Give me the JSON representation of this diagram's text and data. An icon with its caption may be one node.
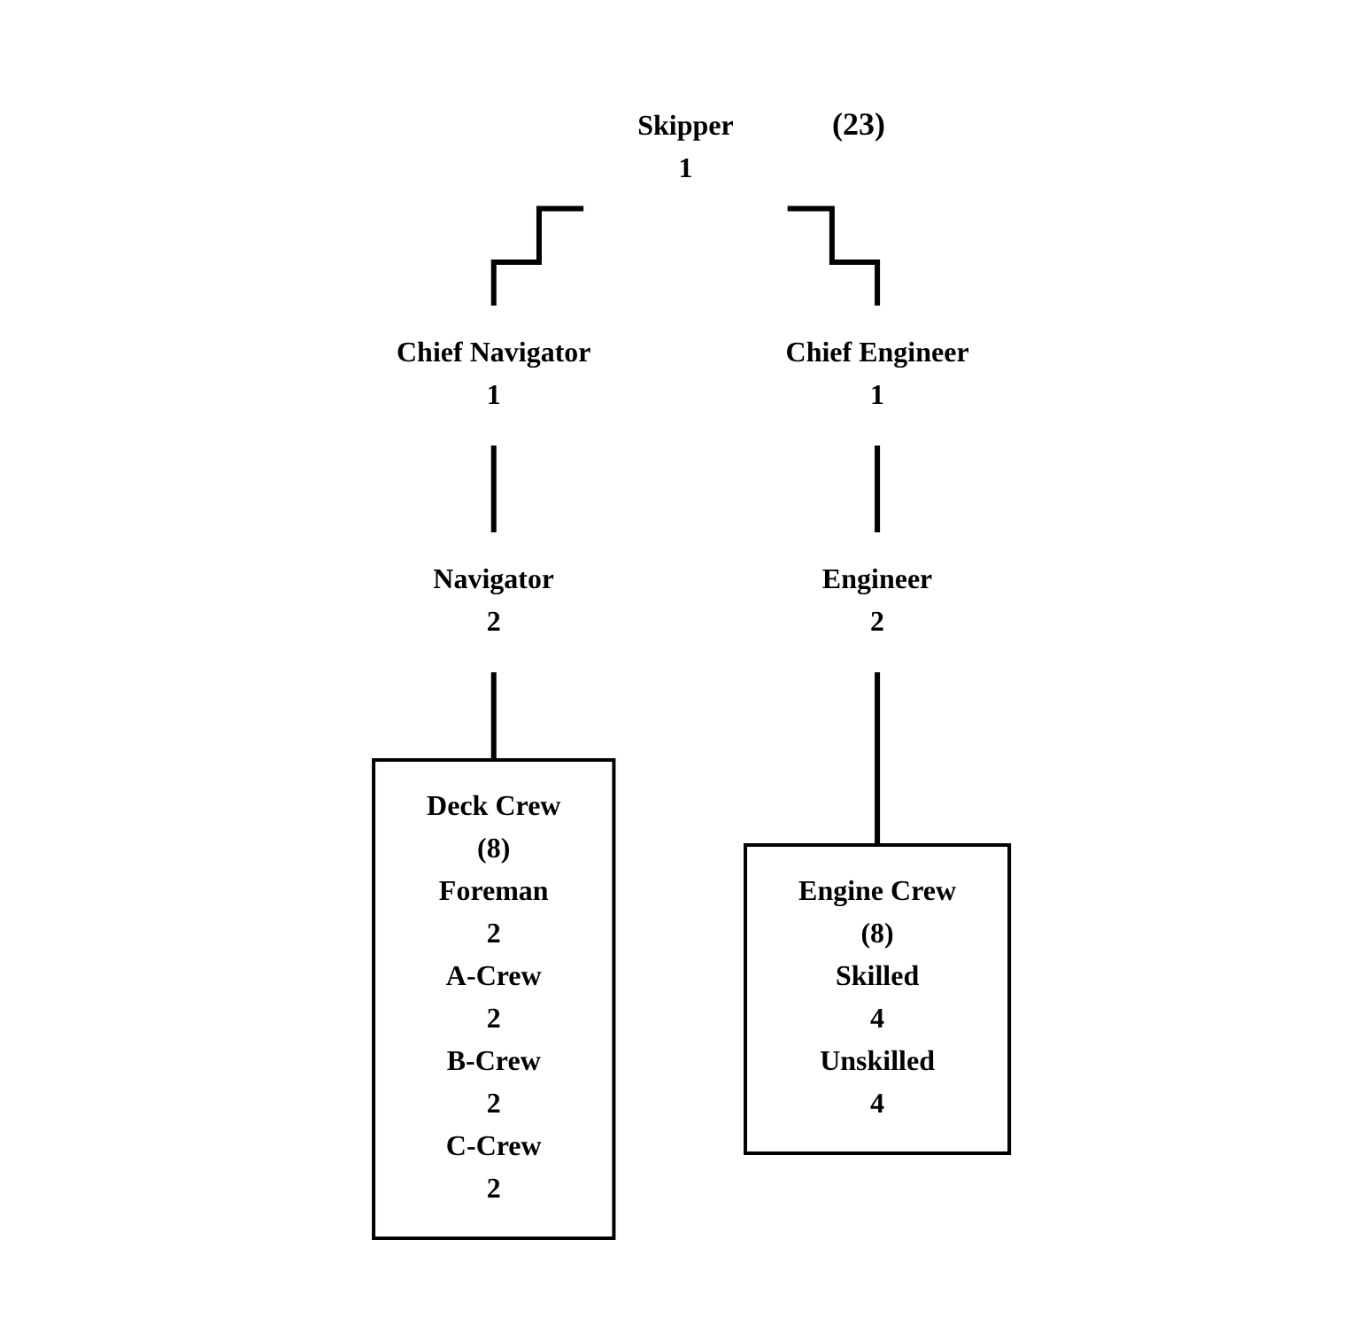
{
  "diagram": {
    "nodes": [
      {
        "text": [
          "Skipper",
          "1"
        ]
      },
      {
        "text": [
          "Chief Navigator",
          "1"
        ]
      },
      {
        "text": [
          "Chief Engineer",
          "1"
        ]
      },
      {
        "text": [
          "Navigator",
          "2"
        ]
      },
      {
        "text": [
          "Engineer",
          "2"
        ]
      },
      {
        "text": [
          "Deck Crew",
          "(8)",
          "Foreman",
          "2",
          "A-Crew",
          "2",
          "B-Crew",
          "2",
          "C-Crew",
          "2"
        ]
      },
      {
        "text": [
          "Engine Crew",
          "(8)",
          "Skilled",
          "4",
          "Unskilled",
          "4"
        ]
      }
    ],
    "edges": [
      {
        "from": 0,
        "to": 1,
        "arrow": "none"
      },
      {
        "from": 0,
        "to": 2,
        "arrow": "none"
      },
      {
        "from": 1,
        "to": 3,
        "arrow": "none"
      },
      {
        "from": 3,
        "to": 5,
        "arrow": "none"
      },
      {
        "from": 2,
        "to": 4,
        "arrow": "none"
      },
      {
        "from": 4,
        "to": 6,
        "arrow": "none"
      }
    ],
    "labels": [
      "(23)"
    ]
  }
}
